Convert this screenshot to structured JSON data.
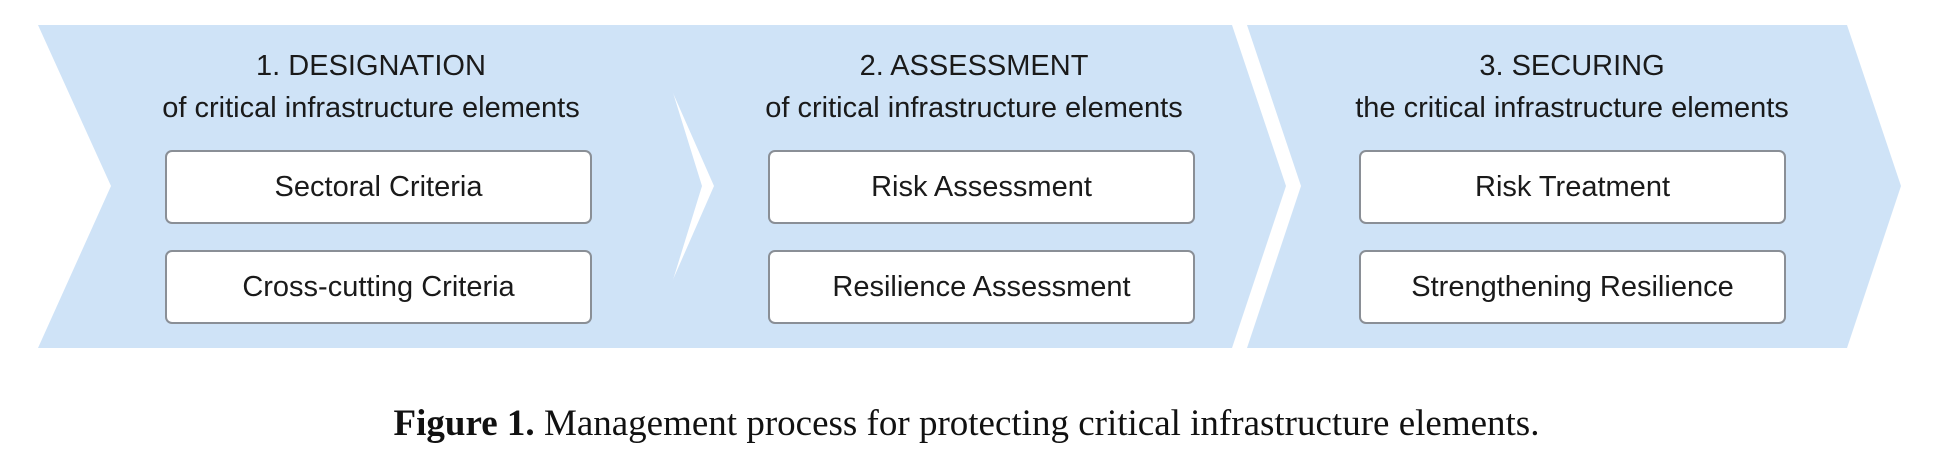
{
  "colors": {
    "chevron_fill": "#cfe3f7",
    "box_border": "#8a8f96",
    "box_fill": "#ffffff",
    "text": "#1a1a1a"
  },
  "stages": [
    {
      "title": "1. DESIGNATION",
      "subtitle": "of critical infrastructure elements",
      "boxes": [
        "Sectoral Criteria",
        "Cross-cutting Criteria"
      ]
    },
    {
      "title": "2. ASSESSMENT",
      "subtitle": "of critical infrastructure elements",
      "boxes": [
        "Risk Assessment",
        "Resilience Assessment"
      ]
    },
    {
      "title": "3. SECURING",
      "subtitle": "the critical infrastructure elements",
      "boxes": [
        "Risk Treatment",
        "Strengthening Resilience"
      ]
    }
  ],
  "caption": {
    "label": "Figure 1.",
    "text": " Management process for protecting critical infrastructure elements."
  }
}
